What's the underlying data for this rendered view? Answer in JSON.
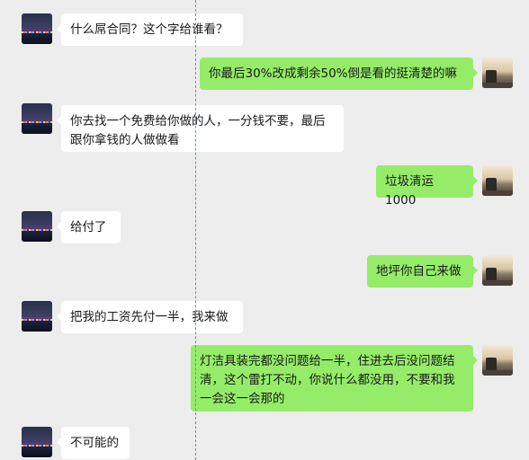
{
  "messages": [
    {
      "side": "left",
      "text": "什么屌合同？这个字给谁看？"
    },
    {
      "side": "right",
      "text": "你最后30%改成剩余50%倒是看的挺清楚的嘛"
    },
    {
      "side": "left",
      "text": "你去找一个免费给你做的人，一分钱不要，最后\n跟你拿钱的人做做看"
    },
    {
      "side": "right",
      "text": "垃圾清运1000"
    },
    {
      "side": "left",
      "text": "给付了"
    },
    {
      "side": "right",
      "text": "地坪你自己来做"
    },
    {
      "side": "left",
      "text": "把我的工资先付一半，我来做"
    },
    {
      "side": "right",
      "text": "灯洁具装完都没问题给一半，住进去后没问题结\n清，这个雷打不动，你说什么都没用，不要和我\n一会这一会那的"
    },
    {
      "side": "left",
      "text": "不可能的"
    }
  ]
}
